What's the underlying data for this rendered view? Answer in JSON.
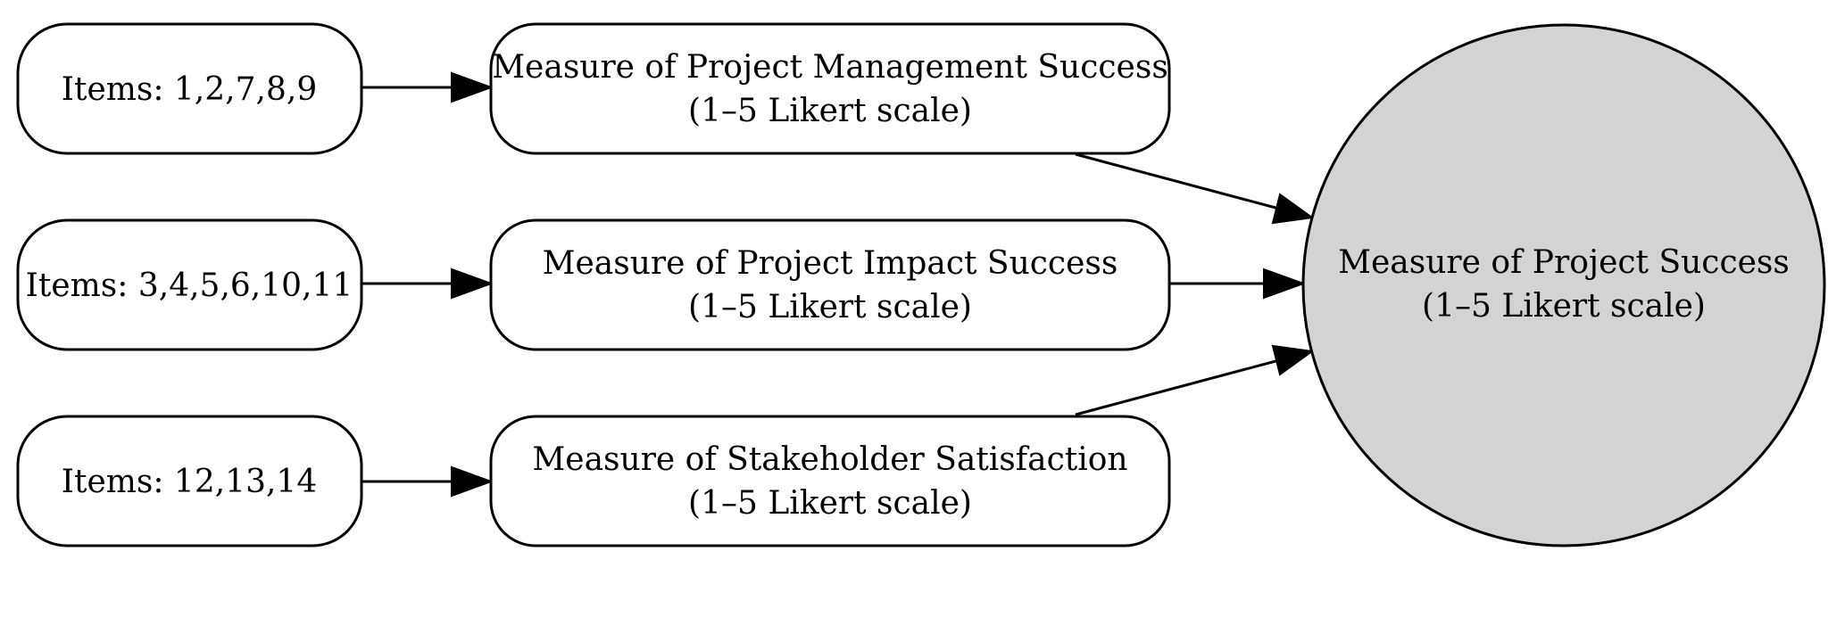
{
  "colors": {
    "background": "#ffffff",
    "stroke": "#000000",
    "outcome_fill": "#d3d3d3"
  },
  "nodes": {
    "items_pm": {
      "label": "Items: 1,2,7,8,9"
    },
    "items_impact": {
      "label": "Items: 3,4,5,6,10,11"
    },
    "items_stakeholder": {
      "label": "Items: 12,13,14"
    },
    "pm_success": {
      "line1": "Measure of Project Management Success",
      "line2": "(1–5 Likert scale)"
    },
    "impact_success": {
      "line1": "Measure of Project Impact Success",
      "line2": "(1–5 Likert scale)"
    },
    "stakeholder_satisfaction": {
      "line1": "Measure of Stakeholder Satisfaction",
      "line2": "(1–5 Likert scale)"
    },
    "project_success": {
      "line1": "Measure of Project Success",
      "line2": "(1–5 Likert scale)"
    }
  },
  "edges": [
    {
      "from": "items_pm",
      "to": "pm_success"
    },
    {
      "from": "items_impact",
      "to": "impact_success"
    },
    {
      "from": "items_stakeholder",
      "to": "stakeholder_satisfaction"
    },
    {
      "from": "pm_success",
      "to": "project_success"
    },
    {
      "from": "impact_success",
      "to": "project_success"
    },
    {
      "from": "stakeholder_satisfaction",
      "to": "project_success"
    }
  ]
}
